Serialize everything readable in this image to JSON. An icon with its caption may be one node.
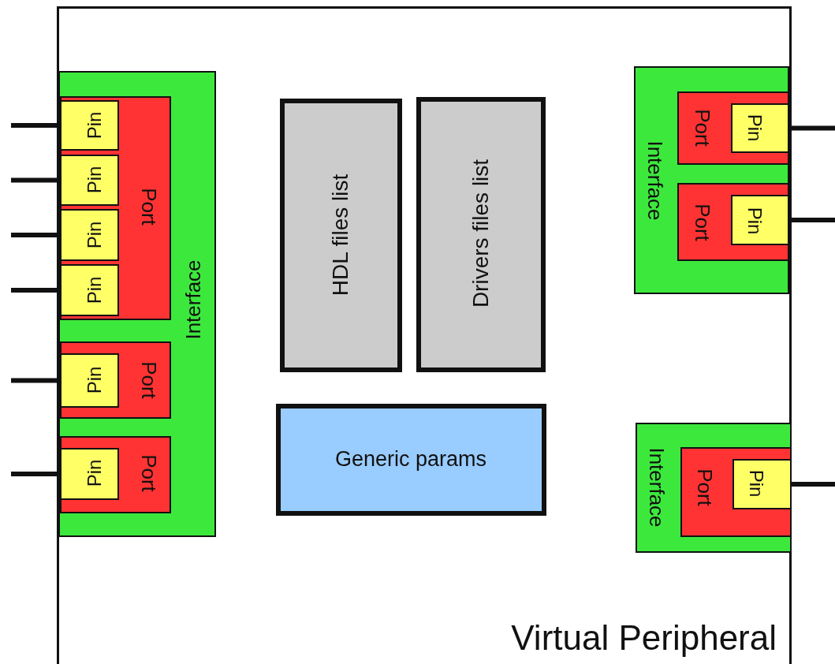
{
  "diagram": {
    "nodes": [
      {
        "text": [
          "Virtual Peripheral"
        ]
      },
      {
        "text": [
          "Interface"
        ],
        "in": 0
      },
      {
        "text": [
          "Port"
        ],
        "in": 1
      },
      {
        "text": [
          "Pin"
        ],
        "in": 2
      },
      {
        "text": [
          "Pin"
        ],
        "in": 2
      },
      {
        "text": [
          "Pin"
        ],
        "in": 2
      },
      {
        "text": [
          "Pin"
        ],
        "in": 2
      },
      {
        "text": [
          "Port"
        ],
        "in": 1
      },
      {
        "text": [
          "Pin"
        ],
        "in": 7
      },
      {
        "text": [
          "Port"
        ],
        "in": 1
      },
      {
        "text": [
          "Pin"
        ],
        "in": 9
      },
      {
        "text": [
          "HDL files list"
        ],
        "in": 0
      },
      {
        "text": [
          "Drivers files list"
        ],
        "in": 0
      },
      {
        "text": [
          "Generic params"
        ],
        "in": 0
      },
      {
        "text": [
          "Interface"
        ],
        "in": 0
      },
      {
        "text": [
          "Port"
        ],
        "in": 14
      },
      {
        "text": [
          "Pin"
        ],
        "in": 15
      },
      {
        "text": [
          "Port"
        ],
        "in": 14
      },
      {
        "text": [
          "Pin"
        ],
        "in": 17
      },
      {
        "text": [
          "Interface"
        ],
        "in": 0
      },
      {
        "text": [
          "Port"
        ],
        "in": 19
      },
      {
        "text": [
          "Pin"
        ],
        "in": 20
      }
    ],
    "edges": [
      {
        "from": null,
        "to": 3,
        "arrow": "none"
      },
      {
        "from": null,
        "to": 4,
        "arrow": "none"
      },
      {
        "from": null,
        "to": 5,
        "arrow": "none"
      },
      {
        "from": null,
        "to": 6,
        "arrow": "none"
      },
      {
        "from": null,
        "to": 8,
        "arrow": "none"
      },
      {
        "from": null,
        "to": 10,
        "arrow": "none"
      },
      {
        "from": null,
        "to": 16,
        "arrow": "none"
      },
      {
        "from": null,
        "to": 18,
        "arrow": "none"
      },
      {
        "from": null,
        "to": 21,
        "arrow": "none"
      }
    ]
  }
}
